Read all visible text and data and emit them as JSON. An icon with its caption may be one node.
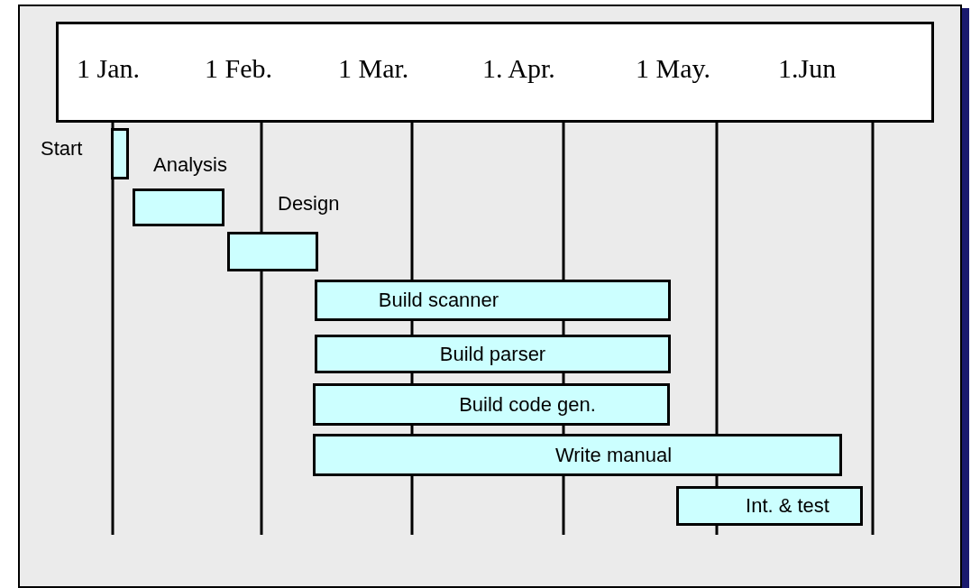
{
  "diagram": {
    "nodes": [
      {
        "text": [
          "1 Jan.",
          "1 Feb.",
          "1 Mar.",
          "1. Apr.",
          "1 May.",
          "1.Jun"
        ]
      },
      {
        "text": [
          "Start"
        ]
      },
      {
        "text": [
          "Analysis"
        ]
      },
      {
        "text": [
          "Design"
        ]
      },
      {
        "text": [
          "Build scanner"
        ]
      },
      {
        "text": [
          "Build parser"
        ]
      },
      {
        "text": [
          "Build code gen."
        ]
      },
      {
        "text": [
          "Write manual"
        ]
      },
      {
        "text": [
          "Int. & test"
        ]
      }
    ],
    "edges": []
  }
}
